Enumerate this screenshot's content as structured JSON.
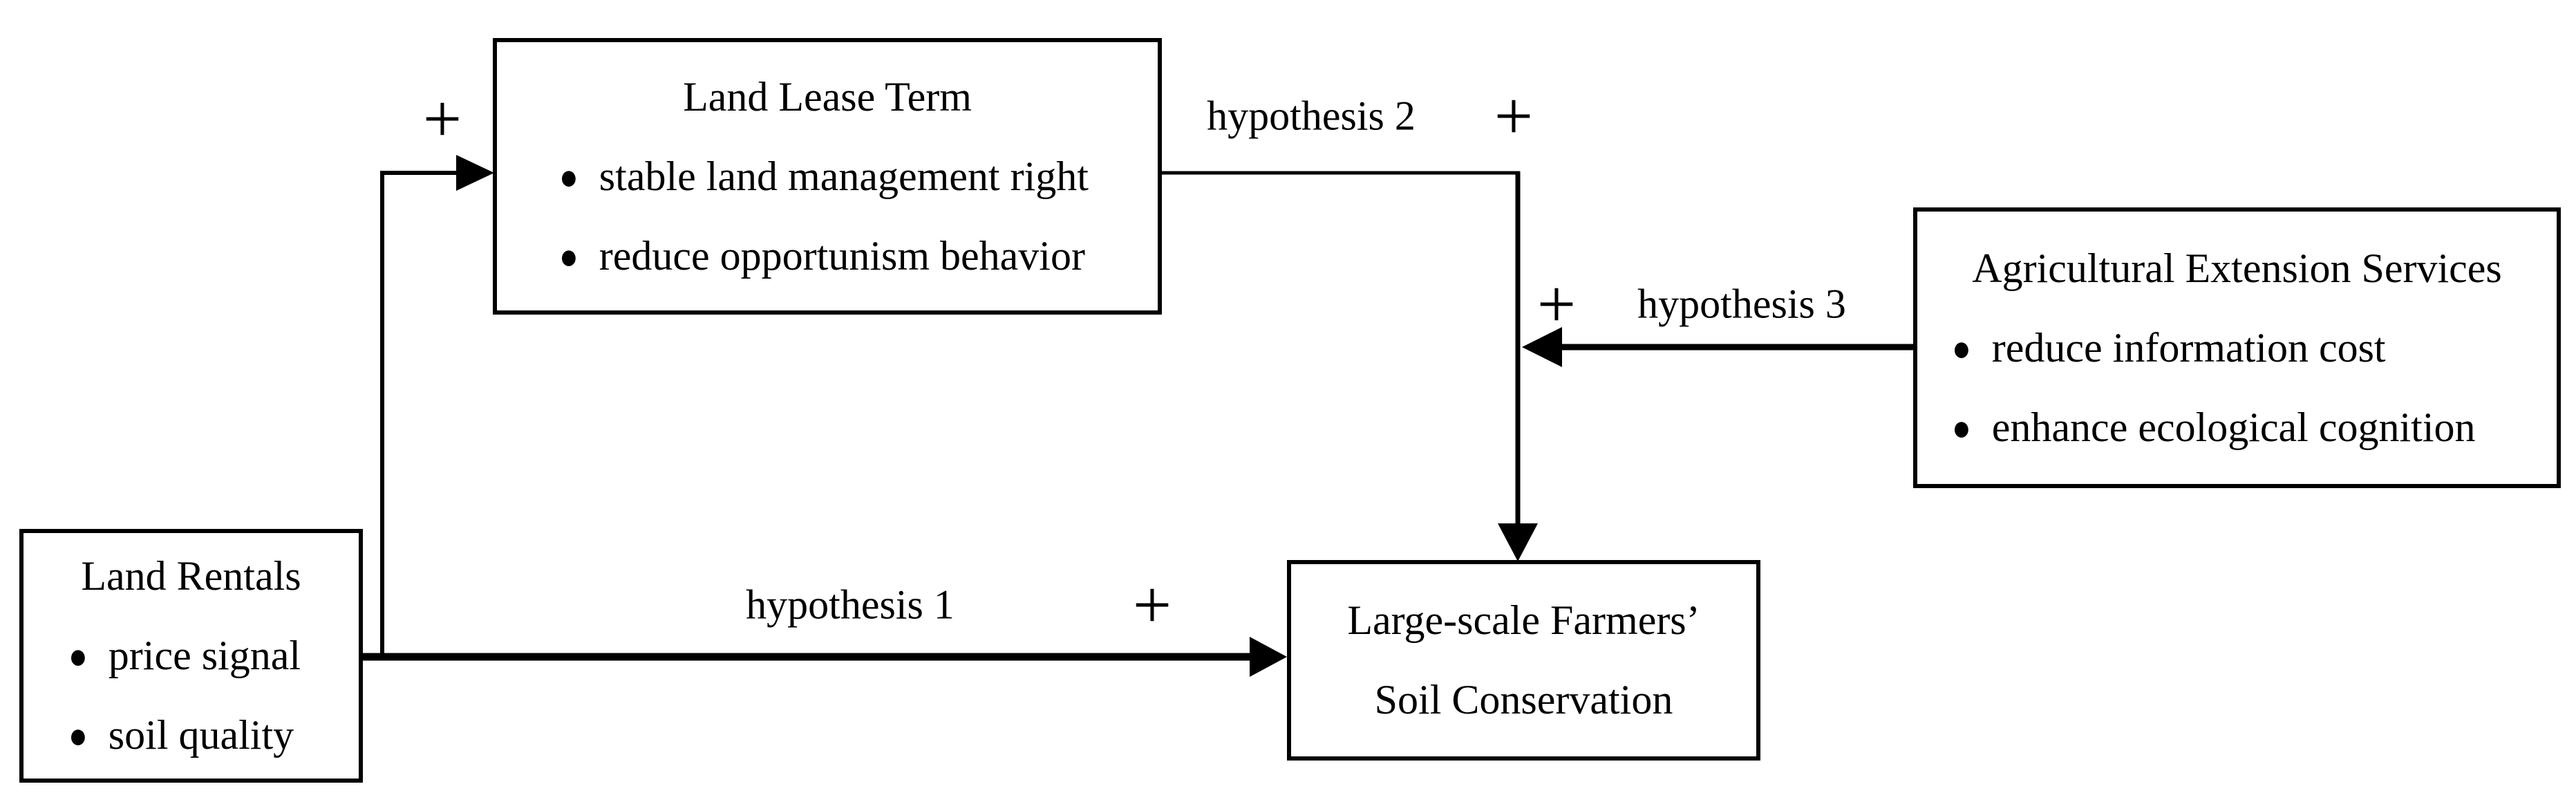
{
  "diagram": {
    "colors": {
      "ink": "#000000",
      "paper": "#ffffff"
    },
    "bullet_glyph": "●",
    "boxes": {
      "land_lease_term": {
        "title": "Land Lease Term",
        "bullets": [
          "stable land management right",
          "reduce opportunism behavior"
        ]
      },
      "land_rentals": {
        "title": "Land Rentals",
        "bullets": [
          "price signal",
          "soil quality"
        ]
      },
      "agricultural_extension_services": {
        "title": "Agricultural Extension Services",
        "bullets": [
          "reduce information cost",
          "enhance ecological cognition"
        ]
      },
      "soil_conservation": {
        "title_line1": "Large-scale Farmers’",
        "title_line2": "Soil Conservation"
      }
    },
    "labels": {
      "hypothesis_1": "hypothesis 1",
      "hypothesis_2": "hypothesis 2",
      "hypothesis_3": "hypothesis 3",
      "plus": "+"
    }
  }
}
